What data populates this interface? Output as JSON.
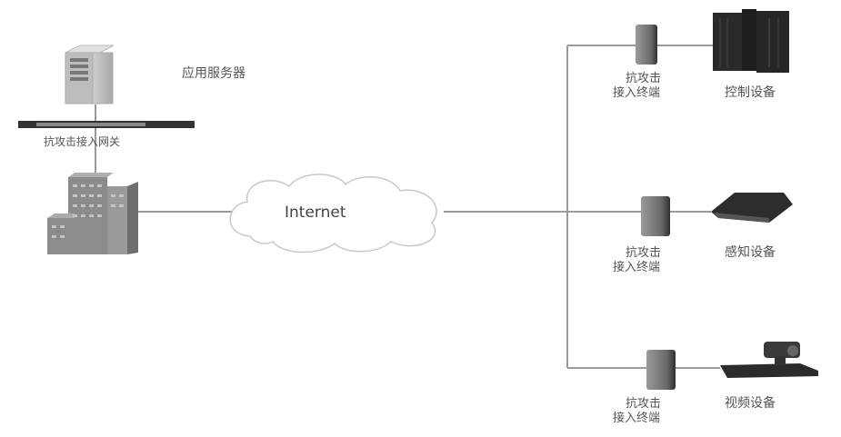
{
  "left": {
    "server_label": "应用服务器",
    "gateway_label": "抗攻击接入网关"
  },
  "cloud_label": "Internet",
  "branches": [
    {
      "terminal_line1": "抗攻击",
      "terminal_line2": "接入终端",
      "device_label": "控制设备"
    },
    {
      "terminal_line1": "抗攻击",
      "terminal_line2": "接入终端",
      "device_label": "感知设备"
    },
    {
      "terminal_line1": "抗攻击",
      "terminal_line2": "接入终端",
      "device_label": "视频设备"
    }
  ],
  "colors": {
    "line": "#9a9a9a",
    "building": "#8c8c8c",
    "device_dark": "#2a2a2a"
  }
}
